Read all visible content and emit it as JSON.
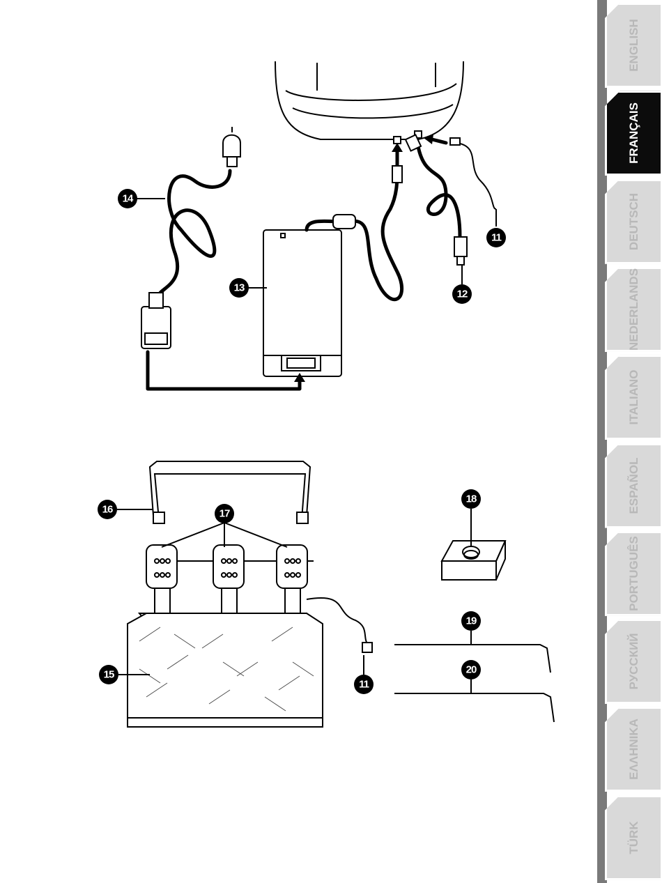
{
  "callouts": {
    "c11a": "11",
    "c12": "12",
    "c13": "13",
    "c14": "14",
    "c15": "15",
    "c16": "16",
    "c17": "17",
    "c18": "18",
    "c19": "19",
    "c20": "20",
    "c11b": "11"
  },
  "language_tabs": [
    {
      "label": "ENGLISH",
      "active": false
    },
    {
      "label": "FRANÇAIS",
      "active": true
    },
    {
      "label": "DEUTSCH",
      "active": false
    },
    {
      "label": "NEDERLANDS",
      "active": false
    },
    {
      "label": "ITALIANO",
      "active": false
    },
    {
      "label": "ESPAÑOL",
      "active": false
    },
    {
      "label": "PORTUGUÊS",
      "active": false
    },
    {
      "label": "РУССКИЙ",
      "active": false
    },
    {
      "label": "ΕΛΛΗΝΙΚΑ",
      "active": false
    },
    {
      "label": "TÜRK",
      "active": false
    }
  ],
  "colors": {
    "active_tab": "#0c0c0c",
    "inactive_tab": "#d9d9d9",
    "strip": "#7a7a7a"
  }
}
